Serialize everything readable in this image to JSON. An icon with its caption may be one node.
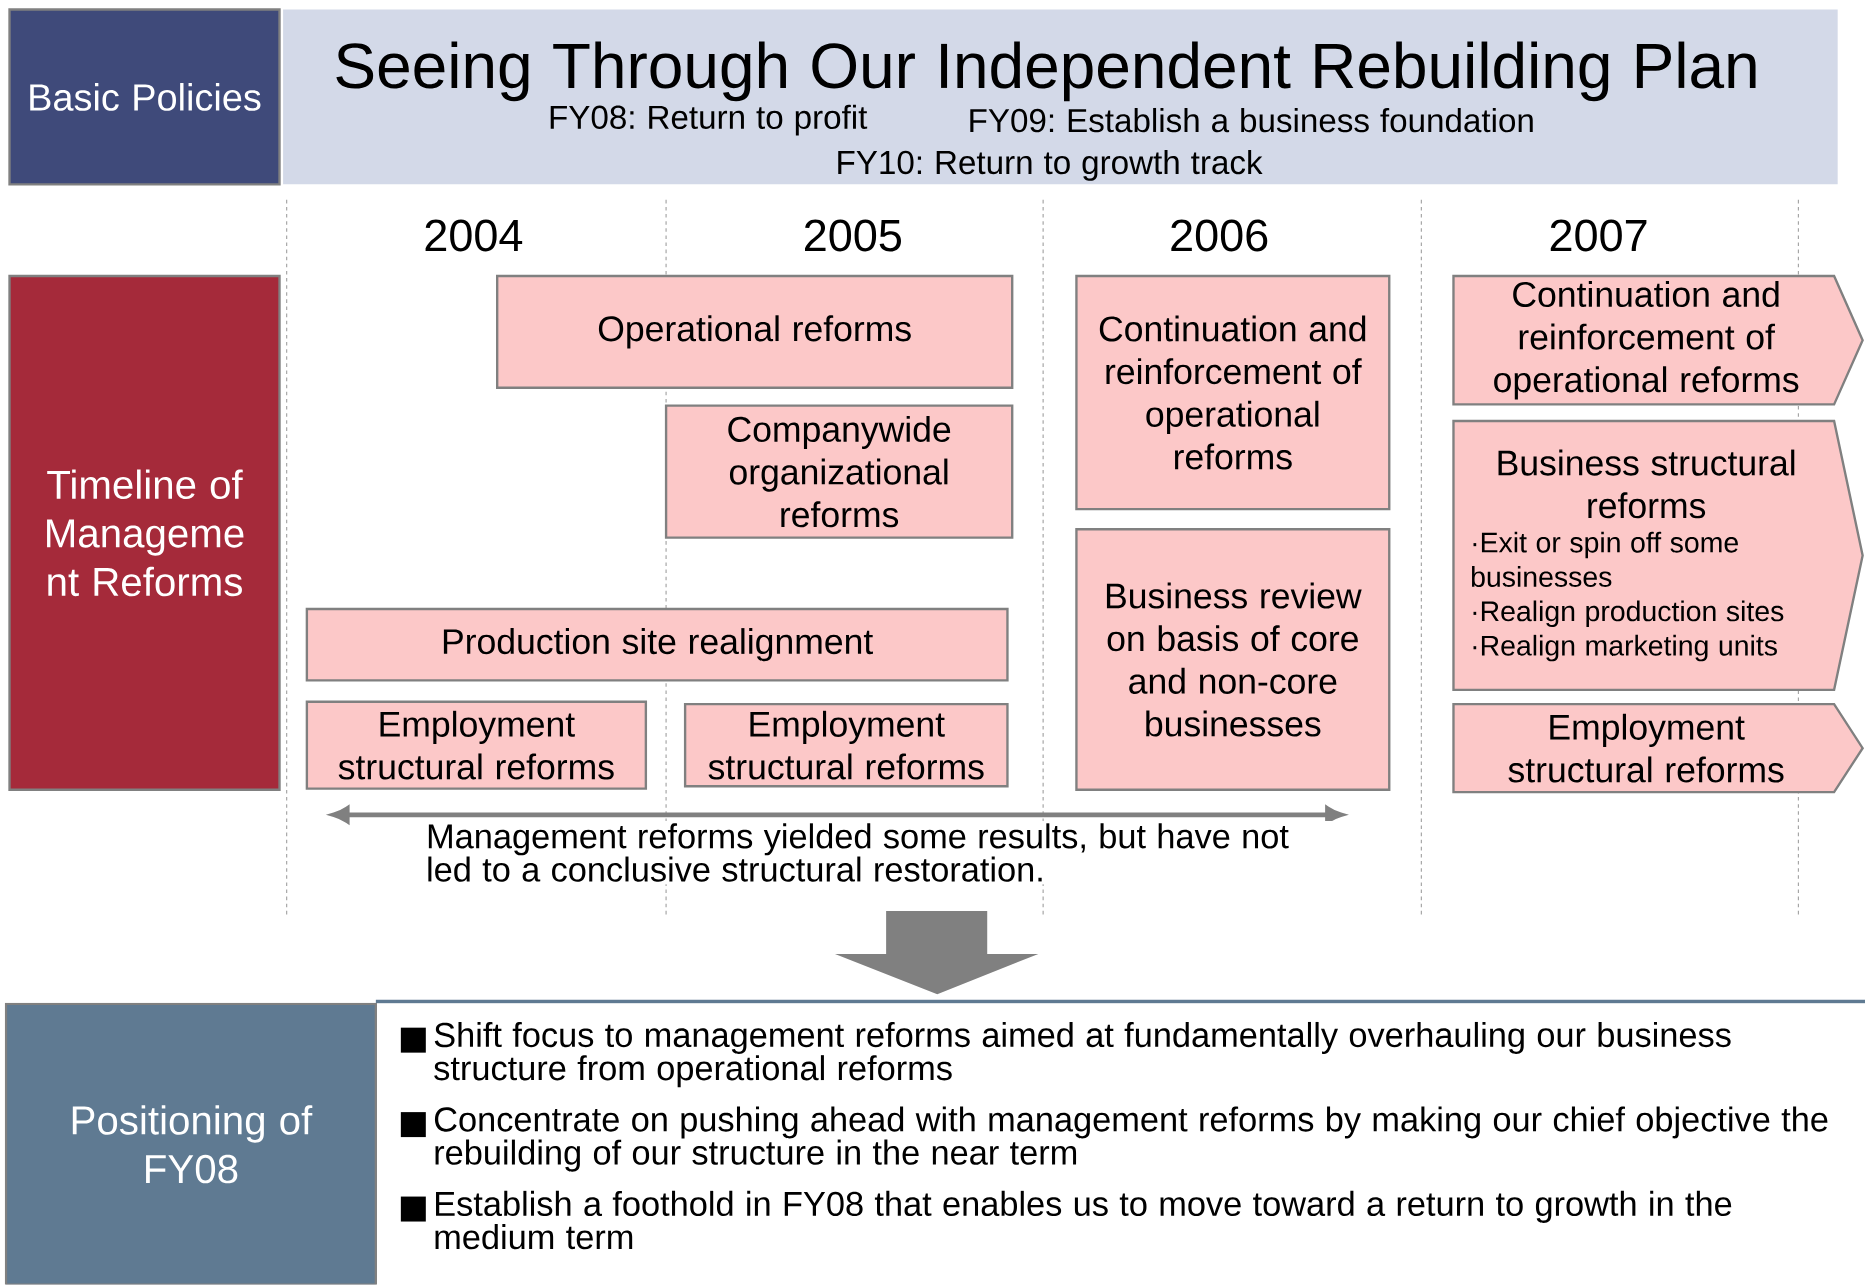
{
  "diagram": {
    "title": "Seeing Through Our Independent Rebuilding Plan",
    "nodes": [
      {
        "text": [
          "Basic Policies"
        ]
      },
      {
        "text": [
          "FY08: Return to profit",
          "FY09: Establish a business foundation",
          "FY10: Return to growth track"
        ]
      },
      {
        "text": [
          "Timeline of Manageme nt Reforms"
        ]
      },
      {
        "text": [
          "Operational reforms"
        ]
      },
      {
        "text": [
          "Companywide organizational reforms"
        ]
      },
      {
        "text": [
          "Continuation and reinforcement of operational reforms"
        ]
      },
      {
        "text": [
          "Production site realignment"
        ]
      },
      {
        "text": [
          "Employment structural reforms"
        ]
      },
      {
        "text": [
          "Employment structural reforms"
        ]
      },
      {
        "text": [
          "Business review on basis of core and non-core businesses"
        ]
      },
      {
        "text": [
          "Continuation and reinforcement of operational reforms"
        ]
      },
      {
        "text": [
          "Business structural reforms",
          "·Exit or spin off some businesses",
          "·Realign production sites",
          "·Realign marketing units"
        ]
      },
      {
        "text": [
          "Employment structural reforms"
        ]
      },
      {
        "text": [
          "Positioning of FY08"
        ]
      }
    ],
    "labels": [
      "2004",
      "2005",
      "2006",
      "2007",
      "Management reforms yielded some results, but have not led to a conclusive structural restoration.",
      "Shift focus to management reforms aimed at fundamentally overhauling our business structure from operational reforms",
      "Concentrate on pushing ahead with management reforms by making our chief objective the rebuilding of our structure in the near term",
      "Establish a foothold in FY08 that enables us to move toward a return to growth in the medium term"
    ]
  }
}
